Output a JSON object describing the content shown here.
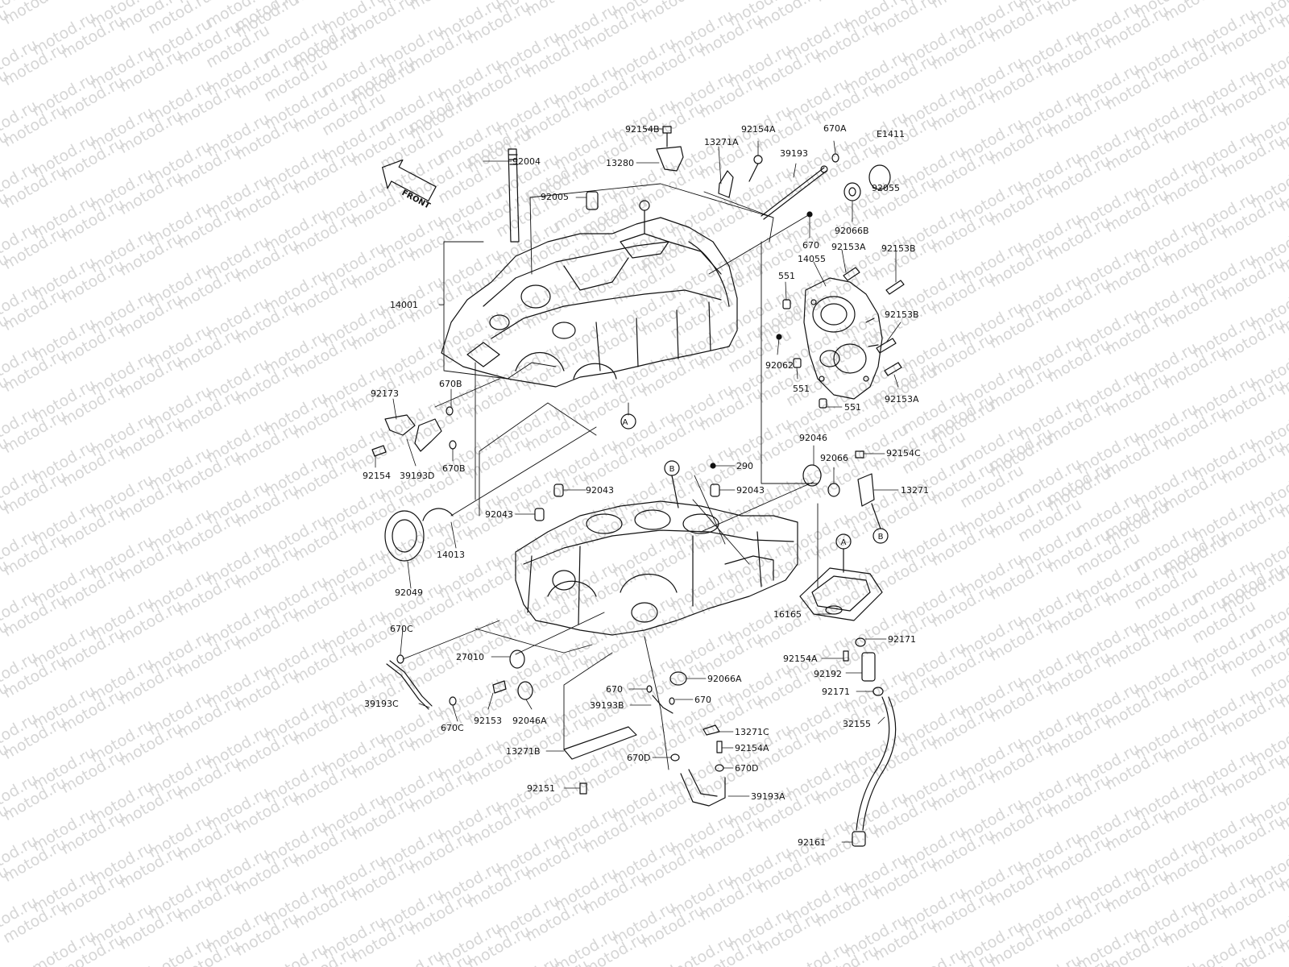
{
  "diagram": {
    "code": "E1411",
    "watermark": "motod.ru",
    "front_arrow": "FRONT",
    "refs": [
      "A",
      "B"
    ],
    "labels": {
      "l_92154B_top": "92154B",
      "l_92154A_top": "92154A",
      "l_670A": "670A",
      "l_13271A": "13271A",
      "l_39193": "39193",
      "l_92004": "92004",
      "l_13280": "13280",
      "l_92005": "92005",
      "l_92055": "92055",
      "l_92066B": "92066B",
      "l_670_top": "670",
      "l_92153A_top": "92153A",
      "l_92153B_top": "92153B",
      "l_14055": "14055",
      "l_551_a": "551",
      "l_14001": "14001",
      "l_92153B_mid": "92153B",
      "l_92062": "92062",
      "l_551_b": "551",
      "l_551_c": "551",
      "l_92153A_mid": "92153A",
      "l_92173": "92173",
      "l_670B_top": "670B",
      "l_92154": "92154",
      "l_39193D": "39193D",
      "l_670B_bot": "670B",
      "l_92046": "92046",
      "l_92066": "92066",
      "l_92154C": "92154C",
      "l_290": "290",
      "l_92043_a": "92043",
      "l_92043_b": "92043",
      "l_92043_c": "92043",
      "l_13271": "13271",
      "l_14013": "14013",
      "l_92049": "92049",
      "l_16165": "16165",
      "l_92171_a": "92171",
      "l_92154A_mid": "92154A",
      "l_670C_top": "670C",
      "l_27010": "27010",
      "l_92066A": "92066A",
      "l_92192": "92192",
      "l_670_b": "670",
      "l_670_c": "670",
      "l_92171_b": "92171",
      "l_39193B": "39193B",
      "l_39193C": "39193C",
      "l_92153": "92153",
      "l_92046A": "92046A",
      "l_670C_bot": "670C",
      "l_32155": "32155",
      "l_13271C": "13271C",
      "l_13271B": "13271B",
      "l_92154A_bot": "92154A",
      "l_670D_a": "670D",
      "l_670D_b": "670D",
      "l_92151": "92151",
      "l_39193A": "39193A",
      "l_92161": "92161"
    }
  }
}
